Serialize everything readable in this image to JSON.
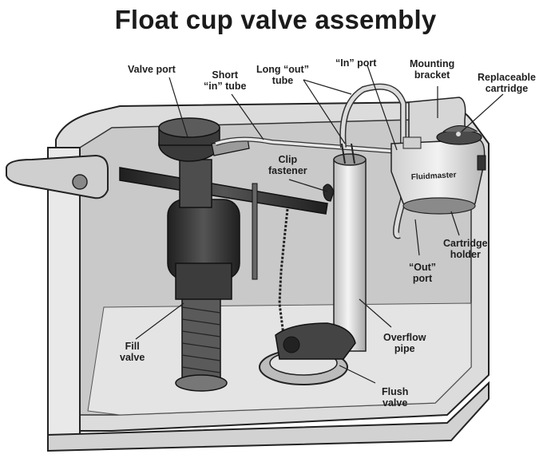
{
  "title": "Float cup valve assembly",
  "brand_text": "Fluidmaster",
  "colors": {
    "tank_wall": "#d9d9d9",
    "tank_inner": "#c4c4c4",
    "water": "#e3e3e3",
    "dark_part": "#3a3a3a",
    "outline": "#222222"
  },
  "labels": {
    "valve_port": [
      "Valve port"
    ],
    "short_in_tube": [
      "Short",
      "“in” tube"
    ],
    "long_out_tube": [
      "Long “out”",
      "tube"
    ],
    "in_port": [
      "“In” port"
    ],
    "mounting_bracket": [
      "Mounting",
      "bracket"
    ],
    "replaceable_cartridge": [
      "Replaceable",
      "cartridge"
    ],
    "clip_fastener": [
      "Clip",
      "fastener"
    ],
    "cartridge_holder": [
      "Cartridge",
      "holder"
    ],
    "out_port": [
      "“Out”",
      "port"
    ],
    "overflow_pipe": [
      "Overflow",
      "pipe"
    ],
    "fill_valve": [
      "Fill",
      "valve"
    ],
    "flush_valve": [
      "Flush",
      "valve"
    ]
  }
}
